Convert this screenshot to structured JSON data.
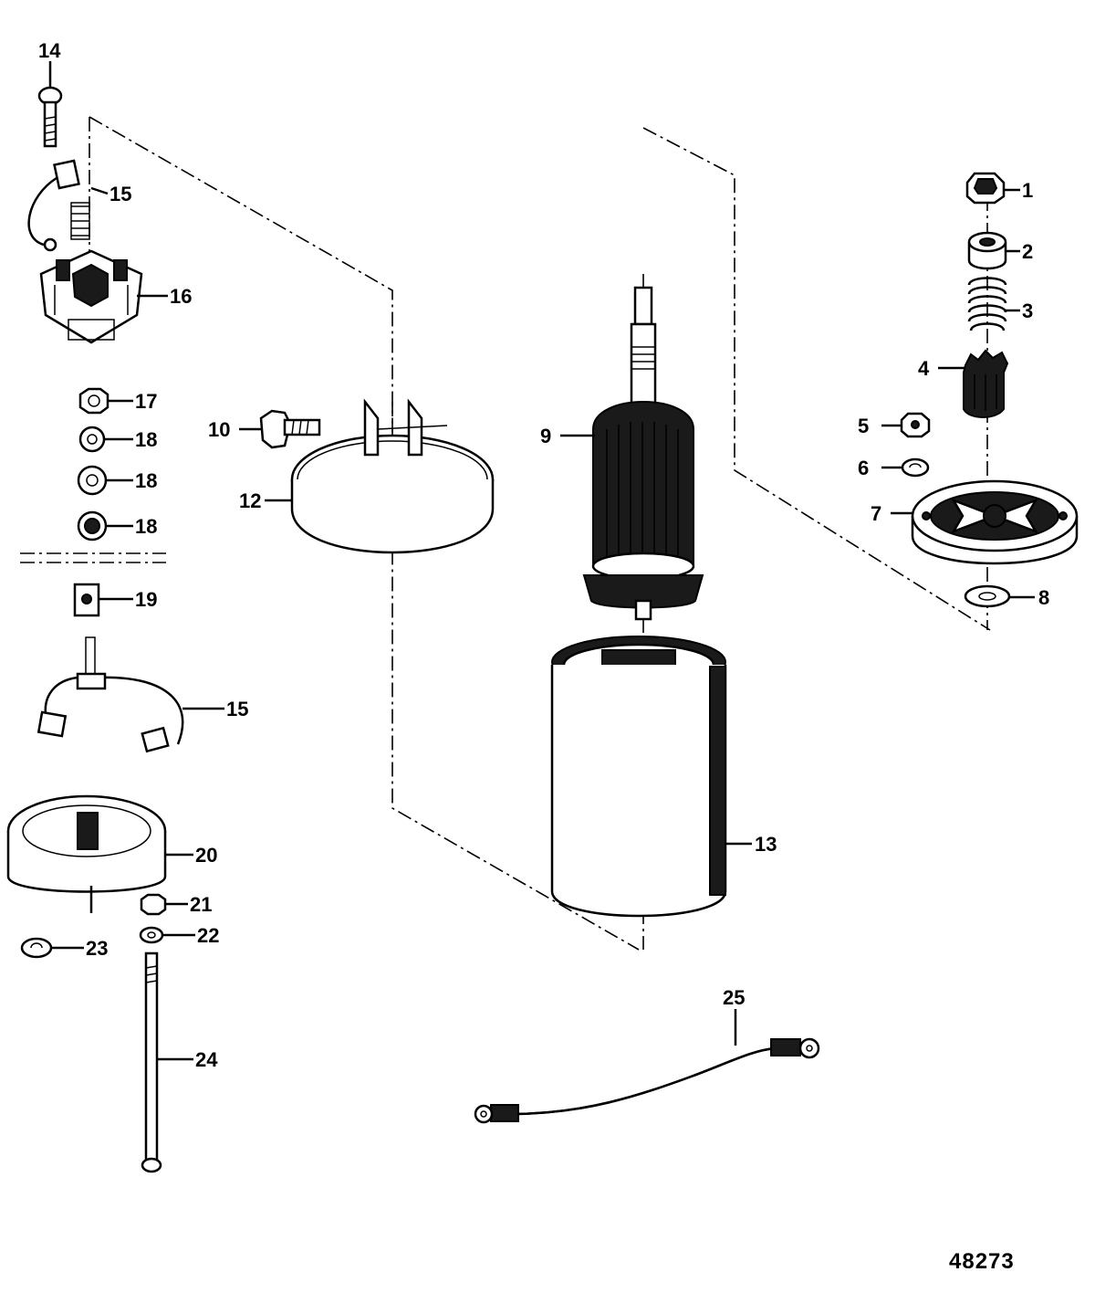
{
  "figure": {
    "number": "48273"
  },
  "callouts": [
    {
      "id": "p1",
      "label": "1"
    },
    {
      "id": "p2",
      "label": "2"
    },
    {
      "id": "p3",
      "label": "3"
    },
    {
      "id": "p4",
      "label": "4"
    },
    {
      "id": "p5",
      "label": "5"
    },
    {
      "id": "p6",
      "label": "6"
    },
    {
      "id": "p7",
      "label": "7"
    },
    {
      "id": "p8",
      "label": "8"
    },
    {
      "id": "p9",
      "label": "9"
    },
    {
      "id": "p10",
      "label": "10"
    },
    {
      "id": "p12",
      "label": "12"
    },
    {
      "id": "p13",
      "label": "13"
    },
    {
      "id": "p14",
      "label": "14"
    },
    {
      "id": "p15a",
      "label": "15"
    },
    {
      "id": "p15b",
      "label": "15"
    },
    {
      "id": "p16",
      "label": "16"
    },
    {
      "id": "p17",
      "label": "17"
    },
    {
      "id": "p18a",
      "label": "18"
    },
    {
      "id": "p18b",
      "label": "18"
    },
    {
      "id": "p18c",
      "label": "18"
    },
    {
      "id": "p19",
      "label": "19"
    },
    {
      "id": "p20",
      "label": "20"
    },
    {
      "id": "p21",
      "label": "21"
    },
    {
      "id": "p22",
      "label": "22"
    },
    {
      "id": "p23",
      "label": "23"
    },
    {
      "id": "p24",
      "label": "24"
    },
    {
      "id": "p25",
      "label": "25"
    }
  ],
  "colors": {
    "ink": "#000000",
    "paper": "#ffffff"
  }
}
